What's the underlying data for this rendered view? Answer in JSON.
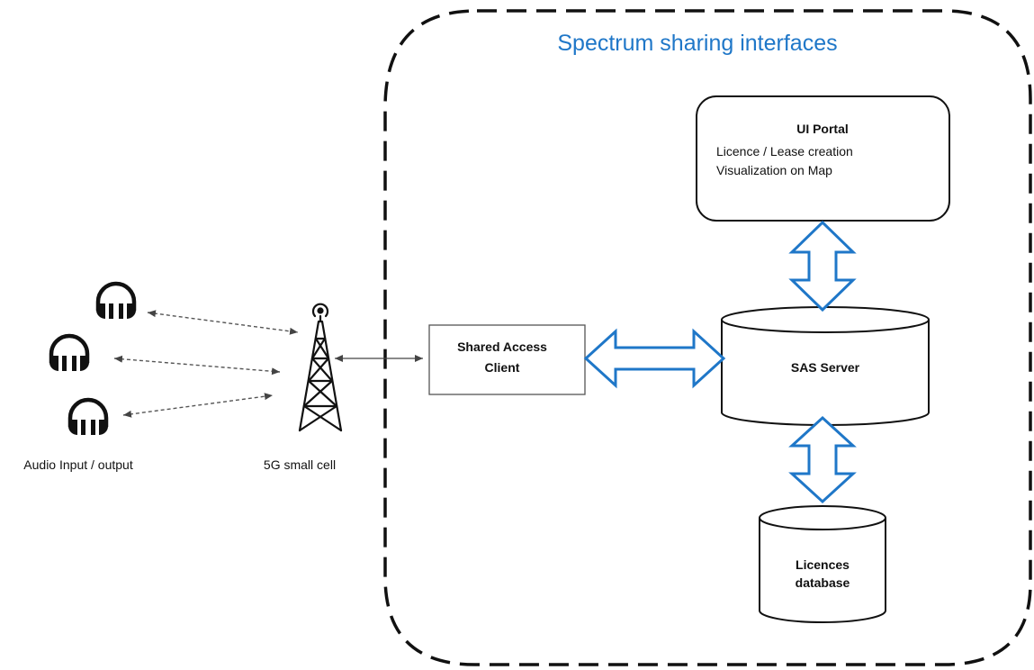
{
  "title": "Spectrum sharing interfaces",
  "ui_portal": {
    "title": "UI Portal",
    "lines": [
      "Licence / Lease creation",
      "Visualization on Map"
    ]
  },
  "sas_server": {
    "label": "SAS Server"
  },
  "shared_access_client": {
    "lines": [
      "Shared Access",
      "Client"
    ]
  },
  "licences_database": {
    "lines": [
      "Licences",
      "database"
    ]
  },
  "small_cell": {
    "label": "5G small cell"
  },
  "audio_devices": {
    "label": "Audio Input / output",
    "count": 3
  },
  "colors": {
    "accent": "#1f77c8",
    "arrow_stroke": "#1f77c8",
    "outline": "#111111",
    "dashed_link": "#555555"
  }
}
